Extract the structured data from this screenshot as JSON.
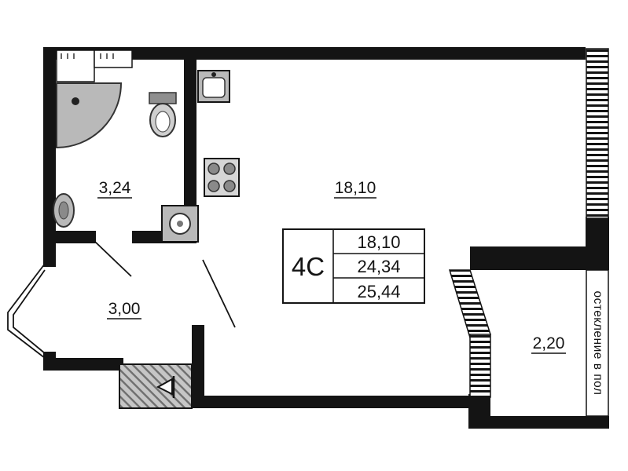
{
  "meta": {
    "title": "Apartment floor plan",
    "plan_type": "studio-layout"
  },
  "unit_card": {
    "type_label": "4C",
    "area_rows": [
      "18,10",
      "24,34",
      "25,44"
    ]
  },
  "room_labels": {
    "bathroom": "3,24",
    "living": "18,10",
    "hall": "3,00",
    "balcony": "2,20"
  },
  "annotations": {
    "glazing": "остекление в пол"
  },
  "theme": {
    "wall_color": "#141414",
    "fixture_fill": "#b9b9b9",
    "hatch_fill": "#c6c6c6",
    "background": "#ffffff"
  }
}
